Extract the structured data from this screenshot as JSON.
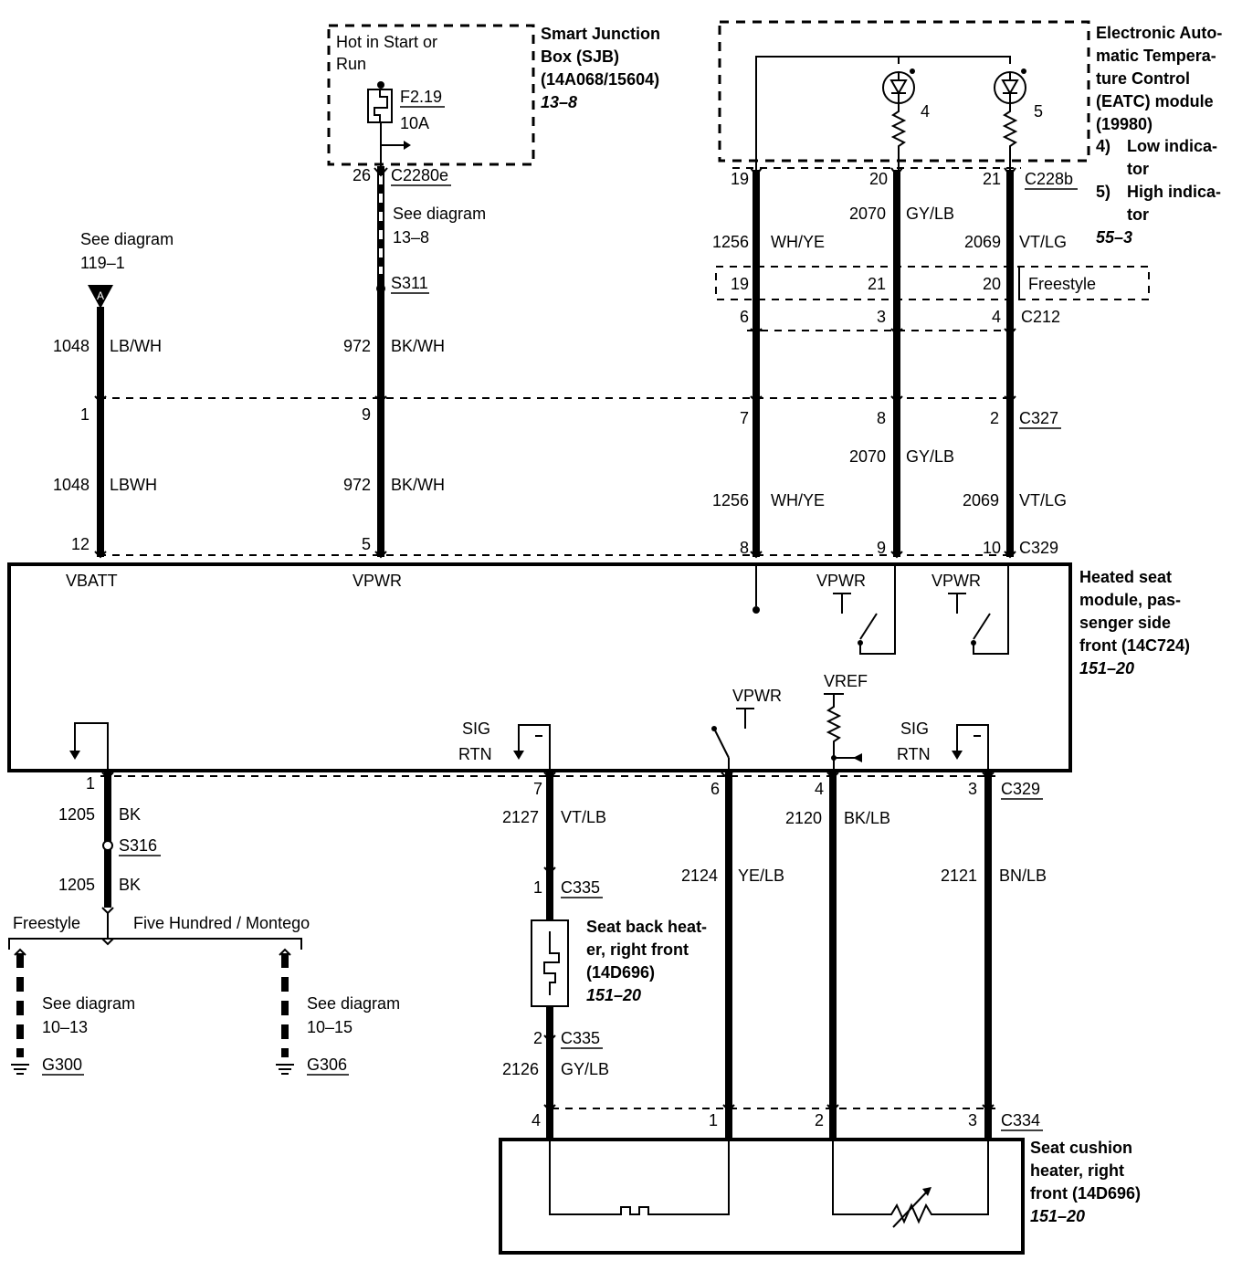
{
  "sjb": {
    "hot_label_1": "Hot in Start or",
    "hot_label_2": "Run",
    "fuse_id": "F2.19",
    "fuse_rating": "10A",
    "title_1": "Smart Junction",
    "title_2": "Box (SJB)",
    "title_3": "(14A068/15604)",
    "ref": "13–8"
  },
  "eatc": {
    "title_1": "Electronic Auto-",
    "title_2": "matic Tempera-",
    "title_3": "ture Control",
    "title_4": "(EATC) module",
    "title_5": "(19980)",
    "item4_num": "4)",
    "item4_1": "Low indica-",
    "item4_2": "tor",
    "item5_num": "5)",
    "item5_1": "High indica-",
    "item5_2": "tor",
    "ref": "55–3",
    "led4": "4",
    "led5": "5"
  },
  "connectors": {
    "c2280e": "C2280e",
    "c2280e_pin": "26",
    "c228b": "C228b",
    "c228b_p1": "19",
    "c228b_p2": "20",
    "c228b_p3": "21",
    "freestyle_label": "Freestyle",
    "fs_p1": "19",
    "fs_p2": "21",
    "fs_p3": "20",
    "c212": "C212",
    "c212_p1": "6",
    "c212_p2": "3",
    "c212_p3": "4",
    "c327": "C327",
    "c327_p1": "1",
    "c327_p2": "9",
    "c327_p3": "7",
    "c327_p4": "8",
    "c327_p5": "2",
    "c329_top": "C329",
    "c329_top_p1": "12",
    "c329_top_p2": "5",
    "c329_top_p3": "8",
    "c329_top_p4": "9",
    "c329_top_p5": "10",
    "c329_bot": "C329",
    "c329_bot_p1": "1",
    "c329_bot_p2": "7",
    "c329_bot_p3": "6",
    "c329_bot_p4": "4",
    "c329_bot_p5": "3",
    "c335a": "C335",
    "c335a_pin": "1",
    "c335b": "C335",
    "c335b_pin": "2",
    "c334": "C334",
    "c334_p1": "4",
    "c334_p2": "1",
    "c334_p3": "2",
    "c334_p4": "3"
  },
  "splices": {
    "s311": "S311",
    "s316": "S316"
  },
  "wires": {
    "w1048_num": "1048",
    "w1048_color": "LB/WH",
    "w1048b_num": "1048",
    "w1048b_color": "LBWH",
    "w972_num": "972",
    "w972_color": "BK/WH",
    "w972b_num": "972",
    "w972b_color": "BK/WH",
    "w1256_num": "1256",
    "w1256_color": "WH/YE",
    "w1256b_num": "1256",
    "w1256b_color": "WH/YE",
    "w2070_num": "2070",
    "w2070_color": "GY/LB",
    "w2070b_num": "2070",
    "w2070b_color": "GY/LB",
    "w2069_num": "2069",
    "w2069_color": "VT/LG",
    "w2069b_num": "2069",
    "w2069b_color": "VT/LG",
    "w1205_num": "1205",
    "w1205_color": "BK",
    "w1205b_num": "1205",
    "w1205b_color": "BK",
    "w2127_num": "2127",
    "w2127_color": "VT/LB",
    "w2124_num": "2124",
    "w2124_color": "YE/LB",
    "w2120_num": "2120",
    "w2120_color": "BK/LB",
    "w2121_num": "2121",
    "w2121_color": "BN/LB",
    "w2126_num": "2126",
    "w2126_color": "GY/LB"
  },
  "refs": {
    "see_119_1": "See diagram",
    "see_119_2": "119–1",
    "arrow_A": "A",
    "see_13_1": "See diagram",
    "see_13_2": "13–8",
    "see_1013_1": "See diagram",
    "see_1013_2": "10–13",
    "see_1015_1": "See diagram",
    "see_1015_2": "10–15",
    "g300": "G300",
    "g306": "G306",
    "freestyle": "Freestyle",
    "five_hundred": "Five Hundred / Montego"
  },
  "module": {
    "vbatt": "VBATT",
    "vpwr_main": "VPWR",
    "vpwr_sw1": "VPWR",
    "vpwr_sw2": "VPWR",
    "vpwr_mid": "VPWR",
    "vref": "VREF",
    "sig1": "SIG",
    "rtn1": "RTN",
    "sig2": "SIG",
    "rtn2": "RTN",
    "title_1": "Heated seat",
    "title_2": "module, pas-",
    "title_3": "senger side",
    "title_4": "front (14C724)",
    "ref": "151–20"
  },
  "seat_back": {
    "title_1": "Seat back heat-",
    "title_2": "er, right front",
    "title_3": "(14D696)",
    "ref": "151–20"
  },
  "seat_cushion": {
    "title_1": "Seat cushion",
    "title_2": "heater, right",
    "title_3": "front (14D696)",
    "ref": "151–20"
  }
}
